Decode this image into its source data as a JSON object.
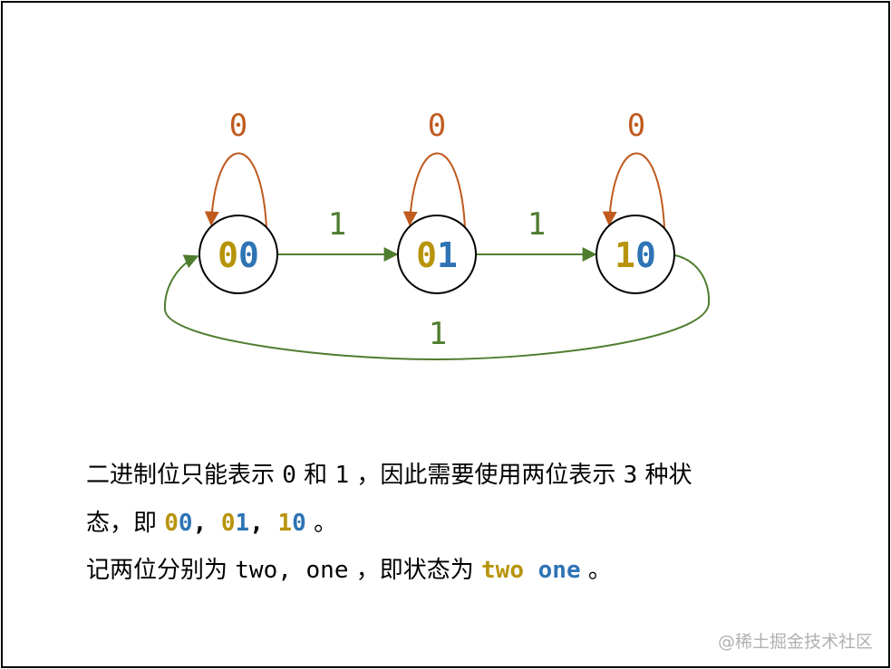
{
  "colors": {
    "edge_zero": "#c05a1e",
    "edge_one": "#4e7d2e",
    "bit_gold": "#b8940b",
    "bit_blue": "#2e74b5"
  },
  "diagram": {
    "states": [
      {
        "id": "s00",
        "bit1": "0",
        "bit2": "0",
        "bit1_color": "gold",
        "bit2_color": "blue"
      },
      {
        "id": "s01",
        "bit1": "0",
        "bit2": "1",
        "bit1_color": "gold",
        "bit2_color": "blue"
      },
      {
        "id": "s10",
        "bit1": "1",
        "bit2": "0",
        "bit1_color": "gold",
        "bit2_color": "blue"
      }
    ],
    "self_loop_labels": [
      "0",
      "0",
      "0"
    ],
    "transition_labels": {
      "s00_to_s01": "1",
      "s01_to_s10": "1",
      "s10_to_s00": "1"
    }
  },
  "text": {
    "line1": {
      "a": "二进制位只能表示 ",
      "v0": "0",
      "b": " 和 ",
      "v1": "1",
      "c": " ，因此需要使用两位表示 ",
      "v3": "3",
      "d": " 种状"
    },
    "line2": {
      "a": "态，即 ",
      "s00_a": "0",
      "s00_b": "0",
      "sep1": ", ",
      "s01_a": "0",
      "s01_b": "1",
      "sep2": ", ",
      "s10_a": "1",
      "s10_b": "0",
      "end": " 。"
    },
    "line3": {
      "a": "记两位分别为 ",
      "names": "two, one",
      "b": " ，即状态为 ",
      "two": "two",
      "one": "one",
      "end": " 。"
    }
  },
  "watermark": "@稀土掘金技术社区"
}
